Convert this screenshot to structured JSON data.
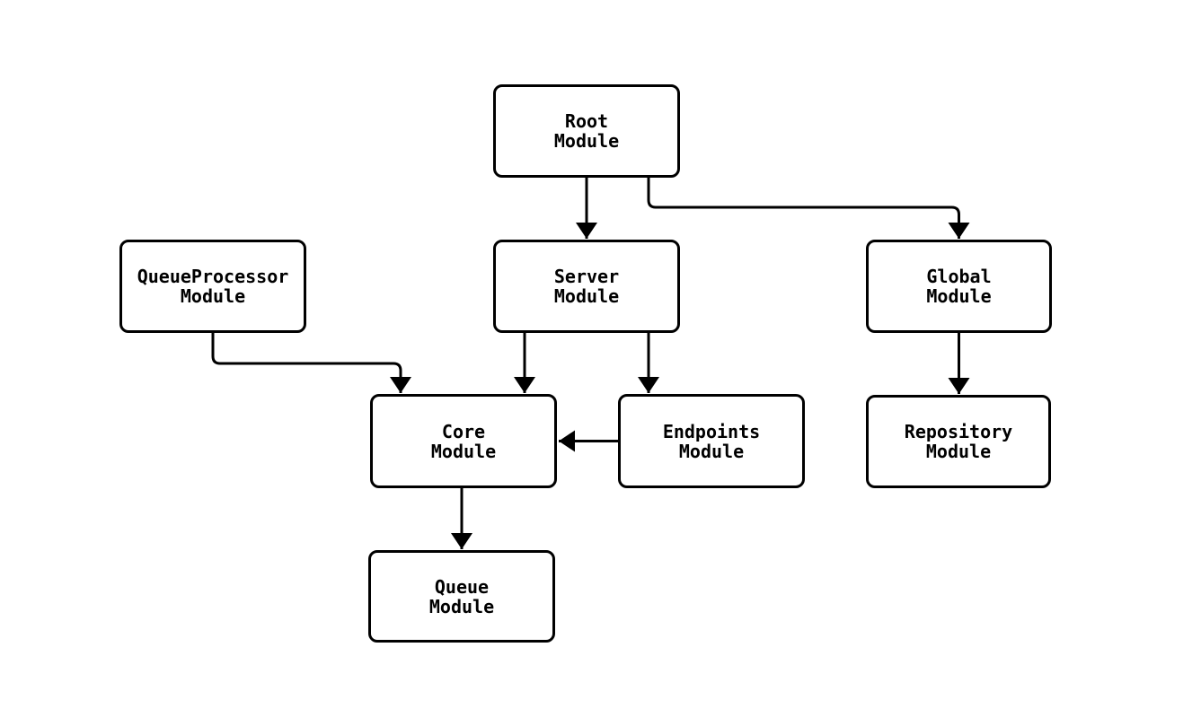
{
  "diagram": {
    "type": "flowchart",
    "direction": "top-down",
    "colors": {
      "background": "#ffffff",
      "node_fill": "#ffffff",
      "node_border": "#000000",
      "edge": "#000000",
      "text": "#000000"
    },
    "nodes": [
      {
        "id": "root",
        "label": "Root\nModule"
      },
      {
        "id": "queueprocessor",
        "label": "QueueProcessor\nModule"
      },
      {
        "id": "server",
        "label": "Server\nModule"
      },
      {
        "id": "global",
        "label": "Global\nModule"
      },
      {
        "id": "core",
        "label": "Core\nModule"
      },
      {
        "id": "endpoints",
        "label": "Endpoints\nModule"
      },
      {
        "id": "repository",
        "label": "Repository\nModule"
      },
      {
        "id": "queue",
        "label": "Queue\nModule"
      }
    ],
    "edges": [
      {
        "from": "root",
        "to": "server"
      },
      {
        "from": "root",
        "to": "global"
      },
      {
        "from": "queueprocessor",
        "to": "core"
      },
      {
        "from": "server",
        "to": "core"
      },
      {
        "from": "server",
        "to": "endpoints"
      },
      {
        "from": "endpoints",
        "to": "core"
      },
      {
        "from": "global",
        "to": "repository"
      },
      {
        "from": "core",
        "to": "queue"
      }
    ]
  }
}
